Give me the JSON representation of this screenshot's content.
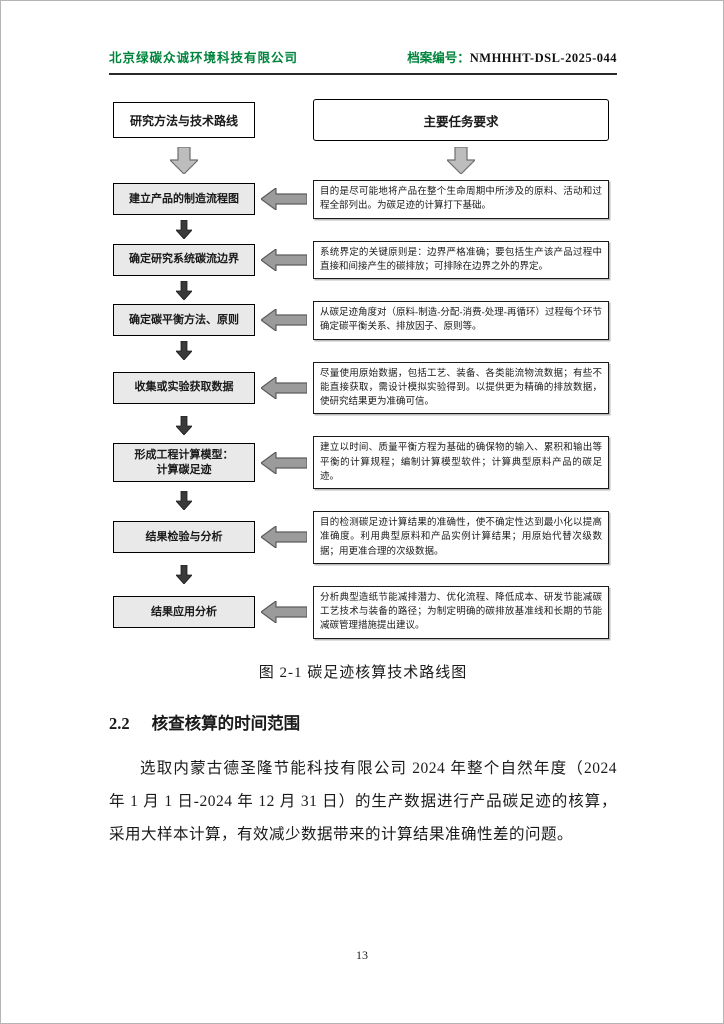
{
  "header": {
    "company": "北京绿碳众诚环境科技有限公司",
    "archive_label": "档案编号：",
    "archive_number": "NMHHHT-DSL-2025-044"
  },
  "flow": {
    "left_header": "研究方法与技术路线",
    "right_header": "主要任务要求",
    "rows": [
      {
        "left": "建立产品的制造流程图",
        "right": "目的是尽可能地将产品在整个生命周期中所涉及的原料、活动和过程全部列出。为碳足迹的计算打下基础。"
      },
      {
        "left": "确定研究系统碳流边界",
        "right": "系统界定的关键原则是：边界严格准确；要包括生产该产品过程中直接和间接产生的碳排放；可排除在边界之外的界定。"
      },
      {
        "left": "确定碳平衡方法、原则",
        "right": "从碳足迹角度对（原料-制造-分配-消费-处理-再循环）过程每个环节确定碳平衡关系、排放因子、原则等。"
      },
      {
        "left": "收集或实验获取数据",
        "right": "尽量使用原始数据，包括工艺、装备、各类能流物流数据；有些不能直接获取，需设计模拟实验得到。以提供更为精确的排放数据，使研究结果更为准确可信。"
      },
      {
        "left": "形成工程计算模型：\n计算碳足迹",
        "right": "建立以时间、质量平衡方程为基础的确保物的输入、累积和输出等平衡的计算规程；编制计算模型软件；计算典型原料产品的碳足迹。"
      },
      {
        "left": "结果检验与分析",
        "right": "目的检测碳足迹计算结果的准确性，使不确定性达到最小化以提高准确度。利用典型原料和产品实例计算结果；用原始代替次级数据；用更准合理的次级数据。"
      },
      {
        "left": "结果应用分析",
        "right": "分析典型造纸节能减排潜力、优化流程、降低成本、研发节能减碳工艺技术与装备的路径；为制定明确的碳排放基准线和长期的节能减碳管理措施提出建议。"
      }
    ]
  },
  "figure_caption": "图 2-1 碳足迹核算技术路线图",
  "section": {
    "number": "2.2",
    "title": "核查核算的时间范围",
    "paragraph": "选取内蒙古德圣隆节能科技有限公司 2024 年整个自然年度（2024 年 1 月 1 日-2024 年 12 月 31 日）的生产数据进行产品碳足迹的核算，采用大样本计算，有效减少数据带来的计算结果准确性差的问题。"
  },
  "page_number": "13"
}
